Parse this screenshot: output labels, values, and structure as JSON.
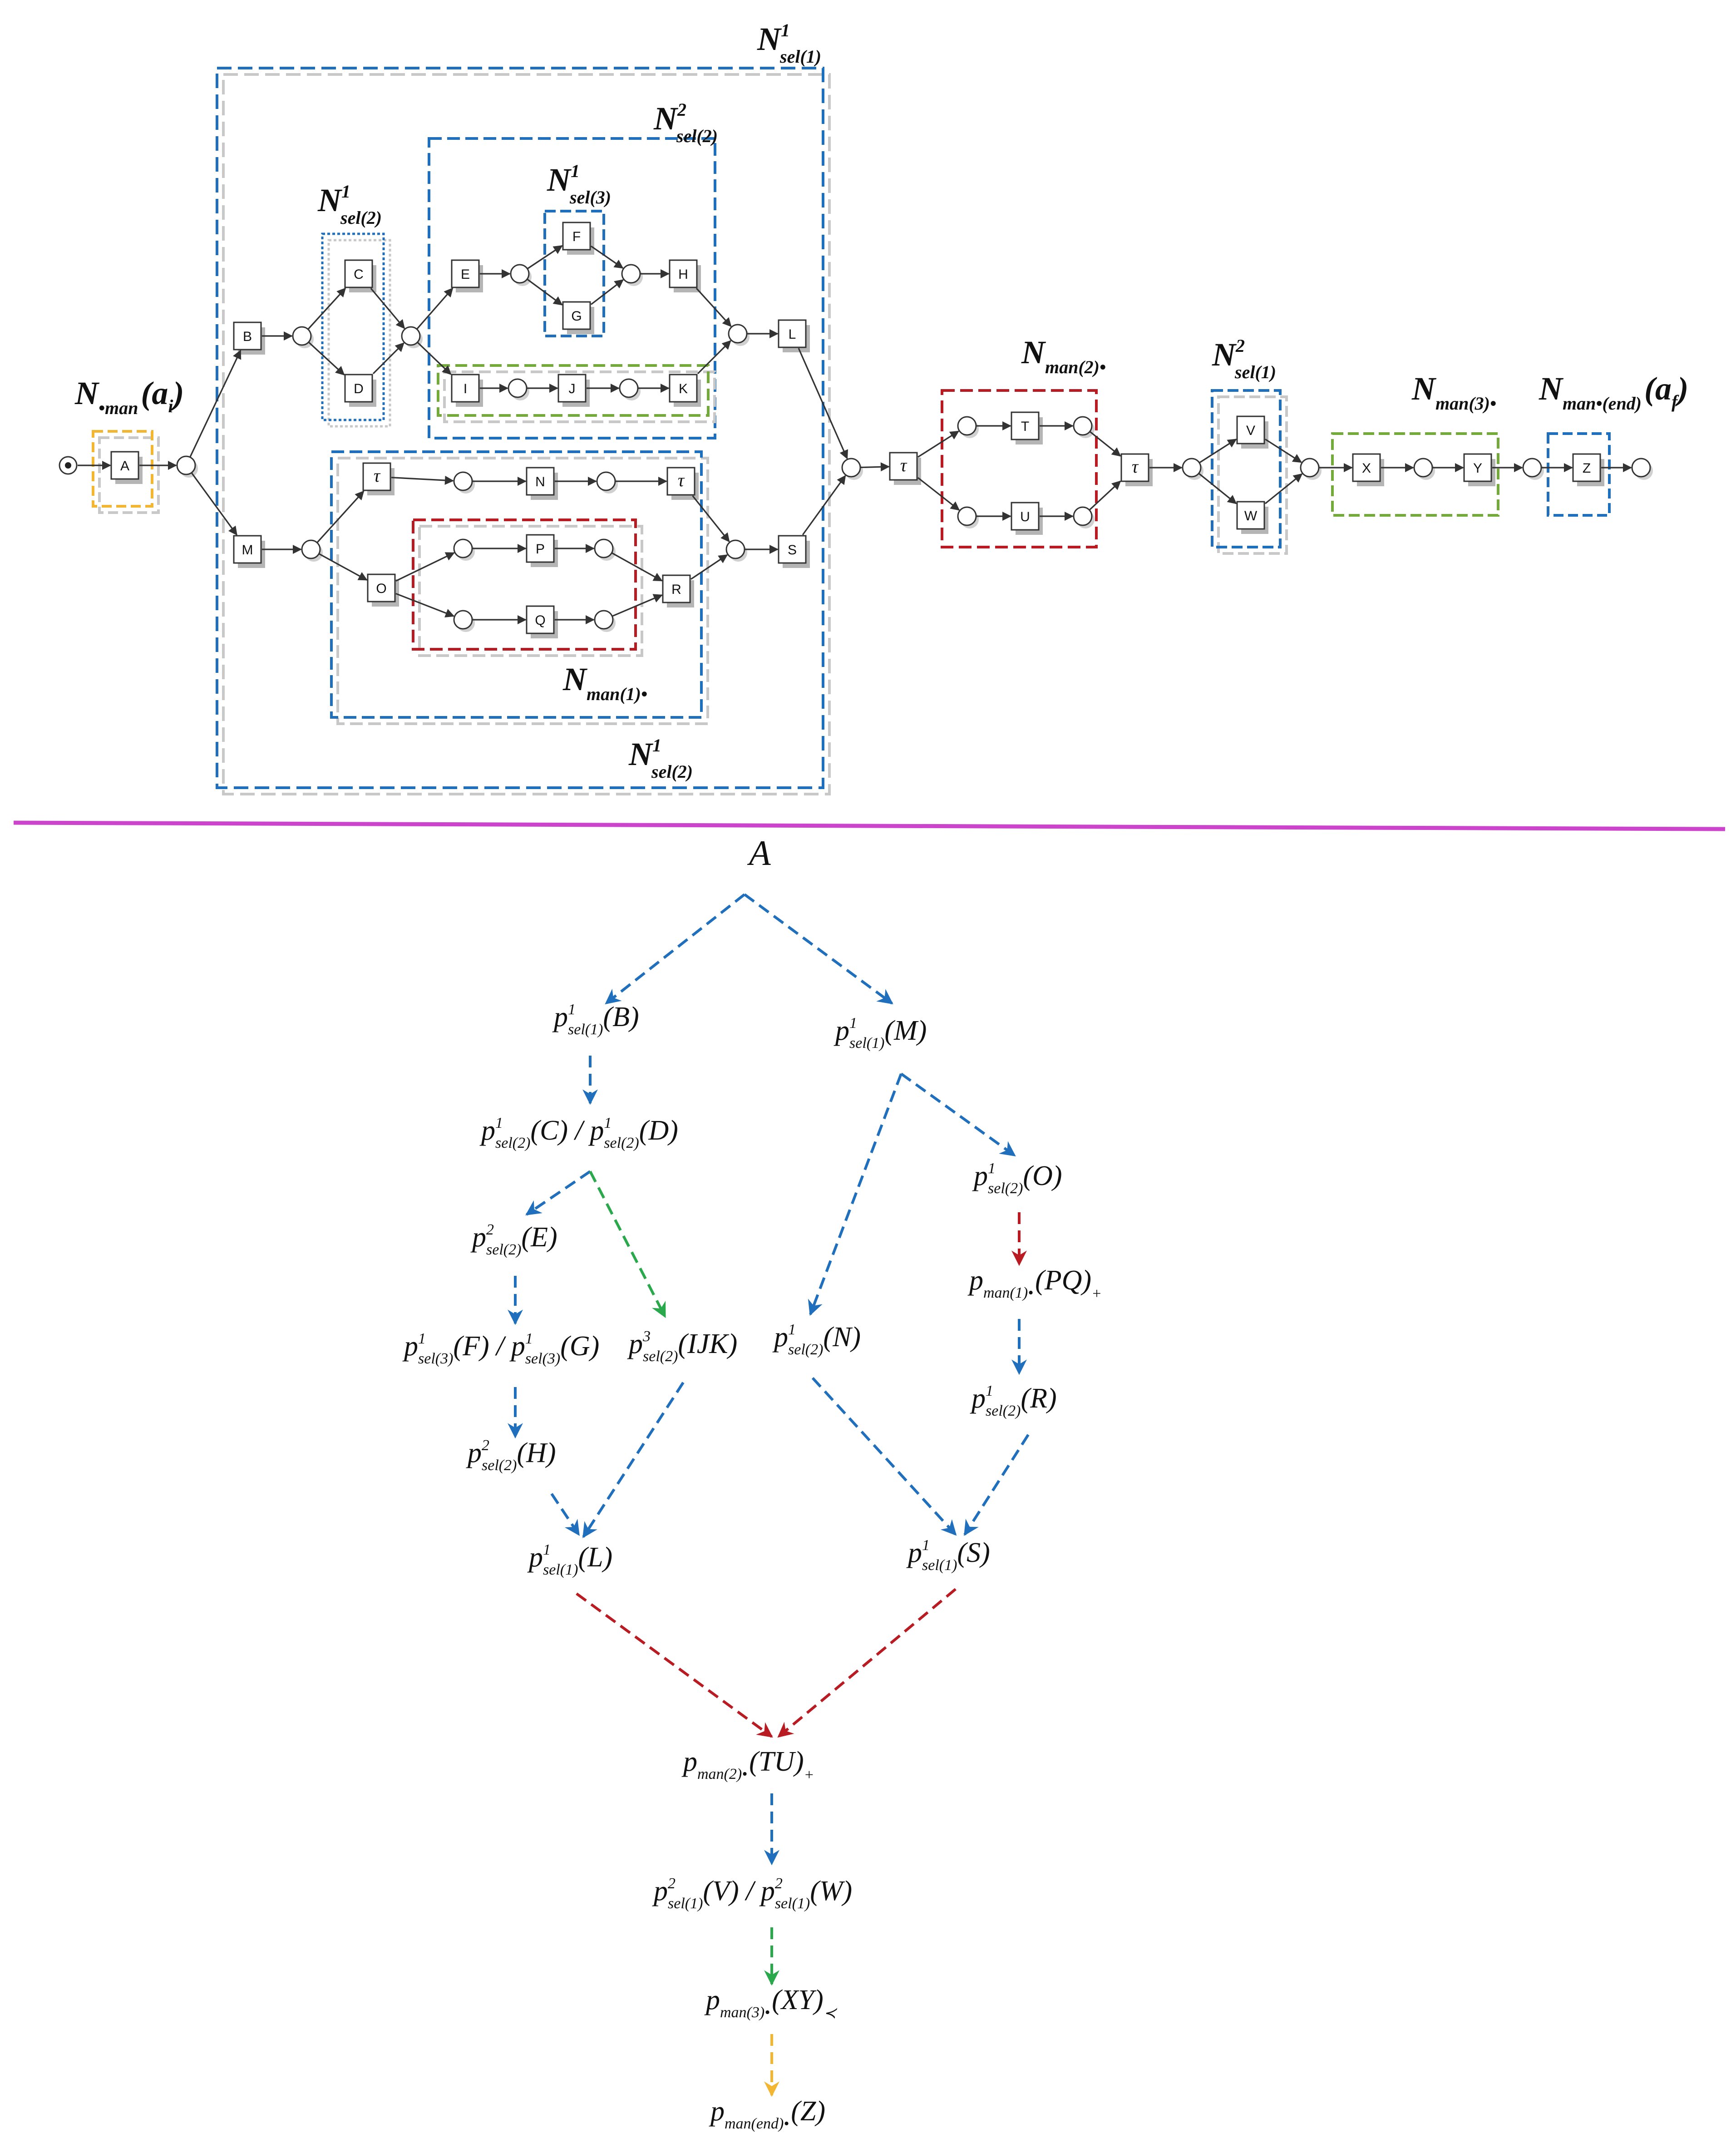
{
  "colors": {
    "blue": "#1f6fbd",
    "red": "#b81c22",
    "green": "#29a84c",
    "olive": "#74a93c",
    "orange": "#f2b632",
    "magenta": "#cc44cc",
    "line": "#333333",
    "shadow": "#c8c8c8"
  },
  "icons": {
    "place": "circle-place-icon",
    "start_place": "dotted-circle-start-icon",
    "transition": "square-transition-icon",
    "arrow": "arrowhead-icon"
  },
  "net": {
    "transitions": [
      "A",
      "B",
      "C",
      "D",
      "E",
      "F",
      "G",
      "H",
      "I",
      "J",
      "K",
      "L",
      "M",
      "N",
      "O",
      "P",
      "Q",
      "R",
      "S",
      "T",
      "U",
      "V",
      "W",
      "X",
      "Y",
      "Z",
      "τ"
    ],
    "regions": [
      {
        "id": "nsel1_outer",
        "base": "N",
        "sub": "sel(1)",
        "sup": "1"
      },
      {
        "id": "nsel2_upper",
        "base": "N",
        "sub": "sel(2)",
        "sup": "2"
      },
      {
        "id": "nsel2_cd",
        "base": "N",
        "sub": "sel(2)",
        "sup": "1"
      },
      {
        "id": "nsel3_fg",
        "base": "N",
        "sub": "sel(3)",
        "sup": "1"
      },
      {
        "id": "nsel2_lower",
        "base": "N",
        "sub": "sel(2)",
        "sup": "1"
      },
      {
        "id": "nman1",
        "base": "N",
        "sub": "man(1)•",
        "sup": ""
      },
      {
        "id": "nman2",
        "base": "N",
        "sub": "man(2)•",
        "sup": ""
      },
      {
        "id": "nsel1_vw",
        "base": "N",
        "sub": "sel(1)",
        "sup": "2"
      },
      {
        "id": "nman3",
        "base": "N",
        "sub": "man(3)•",
        "sup": ""
      },
      {
        "id": "nmanend",
        "base": "N",
        "sub": "man•(end)",
        "sup": "",
        "tail": "(a",
        "tailsub": "f",
        "close": ")"
      },
      {
        "id": "nmanstart",
        "base": "N",
        "sub": "•man",
        "sup": "",
        "tail": "(a",
        "tailsub": "i",
        "close": ")"
      }
    ]
  },
  "tree": {
    "root": "A",
    "nodes": [
      {
        "id": "B",
        "parts": [
          {
            "b": "p",
            "sup": "1",
            "sub": "sel(1)",
            "arg": "(B)"
          }
        ]
      },
      {
        "id": "M",
        "parts": [
          {
            "b": "p",
            "sup": "1",
            "sub": "sel(1)",
            "arg": "(M)"
          }
        ]
      },
      {
        "id": "CD",
        "parts": [
          {
            "b": "p",
            "sup": "1",
            "sub": "sel(2)",
            "arg": "(C)"
          },
          {
            "sep": " / "
          },
          {
            "b": "p",
            "sup": "1",
            "sub": "sel(2)",
            "arg": "(D)"
          }
        ]
      },
      {
        "id": "E",
        "parts": [
          {
            "b": "p",
            "sup": "2",
            "sub": "sel(2)",
            "arg": "(E)"
          }
        ]
      },
      {
        "id": "FG",
        "parts": [
          {
            "b": "p",
            "sup": "1",
            "sub": "sel(3)",
            "arg": "(F)"
          },
          {
            "sep": " / "
          },
          {
            "b": "p",
            "sup": "1",
            "sub": "sel(3)",
            "arg": "(G)"
          }
        ]
      },
      {
        "id": "IJK",
        "parts": [
          {
            "b": "p",
            "sup": "3",
            "sub": "sel(2)",
            "arg": "(IJK)"
          }
        ]
      },
      {
        "id": "H",
        "parts": [
          {
            "b": "p",
            "sup": "2",
            "sub": "sel(2)",
            "arg": "(H)"
          }
        ]
      },
      {
        "id": "L",
        "parts": [
          {
            "b": "p",
            "sup": "1",
            "sub": "sel(1)",
            "arg": "(L)"
          }
        ]
      },
      {
        "id": "O",
        "parts": [
          {
            "b": "p",
            "sup": "1",
            "sub": "sel(2)",
            "arg": "(O)"
          }
        ]
      },
      {
        "id": "PQ",
        "parts": [
          {
            "b": "p",
            "sup": "",
            "sub": "man(1)•",
            "arg": "(PQ)",
            "tsub": "+"
          }
        ]
      },
      {
        "id": "N",
        "parts": [
          {
            "b": "p",
            "sup": "1",
            "sub": "sel(2)",
            "arg": "(N)"
          }
        ]
      },
      {
        "id": "R",
        "parts": [
          {
            "b": "p",
            "sup": "1",
            "sub": "sel(2)",
            "arg": "(R)"
          }
        ]
      },
      {
        "id": "S",
        "parts": [
          {
            "b": "p",
            "sup": "1",
            "sub": "sel(1)",
            "arg": "(S)"
          }
        ]
      },
      {
        "id": "TU",
        "parts": [
          {
            "b": "p",
            "sup": "",
            "sub": "man(2)•",
            "arg": "(TU)",
            "tsub": "+"
          }
        ]
      },
      {
        "id": "VW",
        "parts": [
          {
            "b": "p",
            "sup": "2",
            "sub": "sel(1)",
            "arg": "(V)"
          },
          {
            "sep": " / "
          },
          {
            "b": "p",
            "sup": "2",
            "sub": "sel(1)",
            "arg": "(W)"
          }
        ]
      },
      {
        "id": "XY",
        "parts": [
          {
            "b": "p",
            "sup": "",
            "sub": "man(3)•",
            "arg": "(XY)",
            "tsub": "≺"
          }
        ]
      },
      {
        "id": "Z",
        "parts": [
          {
            "b": "p",
            "sup": "",
            "sub": "man(end)•",
            "arg": "(Z)"
          }
        ]
      }
    ]
  }
}
